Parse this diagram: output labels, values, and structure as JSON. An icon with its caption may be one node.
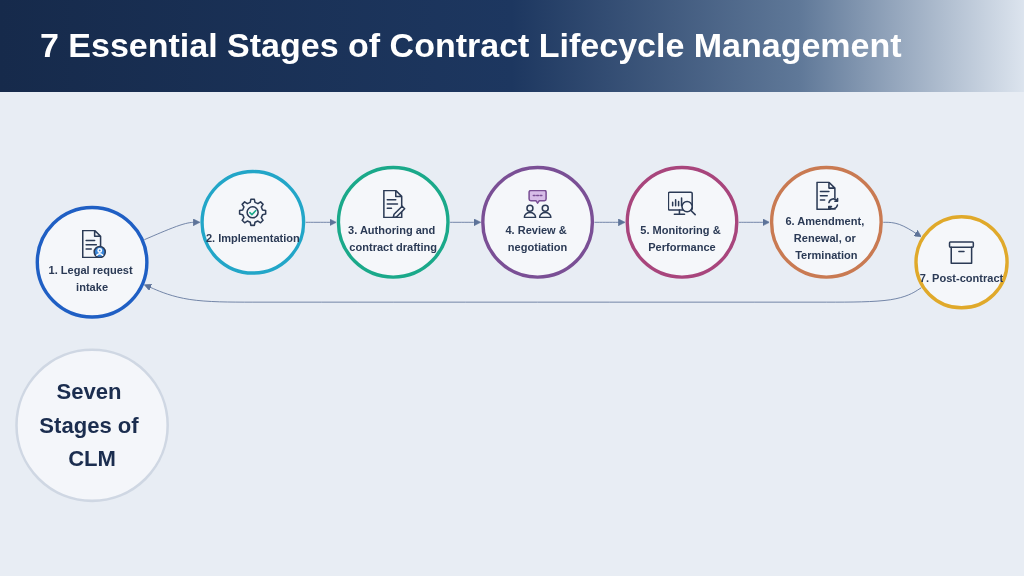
{
  "diagram": {
    "title": "7 Essential Stages of Contract Lifecycle Management",
    "nodes": [
      {
        "text": [
          "1. Legal request intake"
        ]
      },
      {
        "text": [
          "2. Implementation"
        ]
      },
      {
        "text": [
          "3. Authoring and contract drafting"
        ]
      },
      {
        "text": [
          "4. Review & negotiation"
        ]
      },
      {
        "text": [
          "5. Monitoring & Performance"
        ]
      },
      {
        "text": [
          "6. Amendment, Renewal, or Termination"
        ]
      },
      {
        "text": [
          "7. Post-contract"
        ]
      },
      {
        "text": [
          "Seven Stages of CLM"
        ]
      }
    ],
    "edges": [
      {
        "from": 0,
        "to": 1,
        "arrow": "to"
      },
      {
        "from": 1,
        "to": 2,
        "arrow": "to"
      },
      {
        "from": 2,
        "to": 3,
        "arrow": "to"
      },
      {
        "from": 3,
        "to": 4,
        "arrow": "to"
      },
      {
        "from": 4,
        "to": 5,
        "arrow": "to"
      },
      {
        "from": 5,
        "to": 6,
        "arrow": "to"
      },
      {
        "from": 6,
        "to": 0,
        "arrow": "to"
      }
    ]
  }
}
